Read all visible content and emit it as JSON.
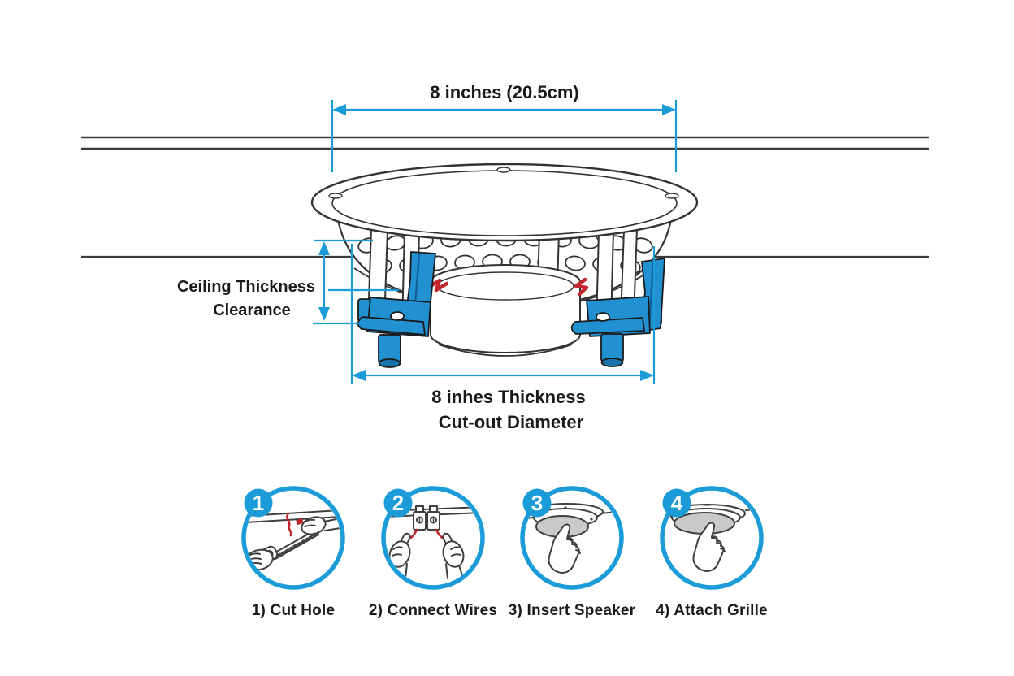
{
  "colors": {
    "accent_blue": "#1b9cd8",
    "clamp_blue": "#2191d2",
    "wire_red": "#c1272d",
    "line_dark": "#333333",
    "grille_gray": "#c9c9c9"
  },
  "diagram": {
    "top_dimension_label": "8 inches (20.5cm)",
    "side_label_line1": "Ceiling Thickness",
    "side_label_line2": "Clearance",
    "bottom_dimension_line1": "8 inhes Thickness",
    "bottom_dimension_line2": "Cut-out Diameter"
  },
  "steps": [
    {
      "number": "1",
      "label": "1) Cut Hole"
    },
    {
      "number": "2",
      "label": "2) Connect Wires"
    },
    {
      "number": "3",
      "label": "3) Insert Speaker"
    },
    {
      "number": "4",
      "label": "4) Attach Grille"
    }
  ]
}
